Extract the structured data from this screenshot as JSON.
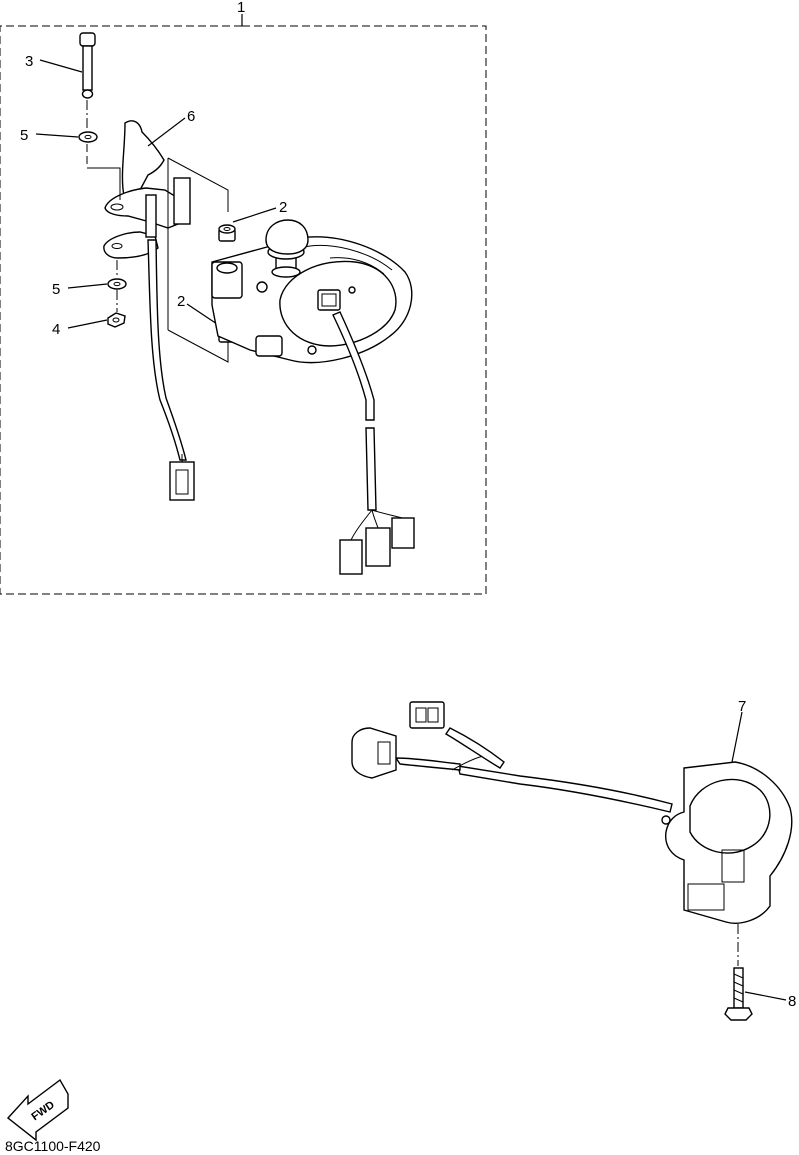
{
  "callouts": {
    "c1": "1",
    "c2a": "2",
    "c2b": "2",
    "c3": "3",
    "c4": "4",
    "c5a": "5",
    "c5b": "5",
    "c6": "6",
    "c7": "7",
    "c8": "8"
  },
  "direction_label": "FWD",
  "diagram_code": "8GC1100-F420"
}
